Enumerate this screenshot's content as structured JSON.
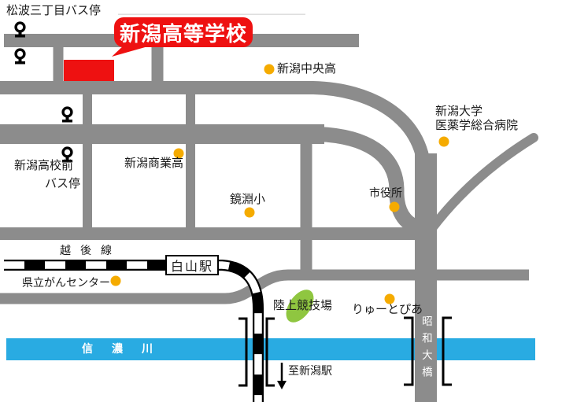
{
  "map_labels": {
    "matsunami_bus_stop": "松波三丁目バス停",
    "school_name": "新潟高等学校",
    "niigata_chuo_high": "新潟中央高",
    "niigata_univ_hospital_line1": "新潟大学",
    "niigata_univ_hospital_line2": "医薬学総合病院",
    "school_front_bus_stop_line1": "新潟高校前",
    "school_front_bus_stop_line2": "バス停",
    "niigata_shogyo_high": "新潟商業高",
    "kagamifuchi_elementary": "鏡淵小",
    "city_hall": "市役所",
    "echigo_line": "越後線",
    "hakusan_station": "白山駅",
    "cancer_center": "県立がんセンター",
    "athletics_stadium": "陸上競技場",
    "ryutopia": "りゅーとぴあ",
    "shinano_river": "信濃川",
    "showa_bridge": "昭和大橋",
    "to_niigata_station": "至新潟駅"
  },
  "colors": {
    "road_gray": "#8C8C8C",
    "river_blue": "#29ABE2",
    "poi_dot_yellow": "#F5AB00",
    "highlight_red": "#EE1111",
    "stadium_green": "#8FC640",
    "railway_black": "#000000"
  }
}
